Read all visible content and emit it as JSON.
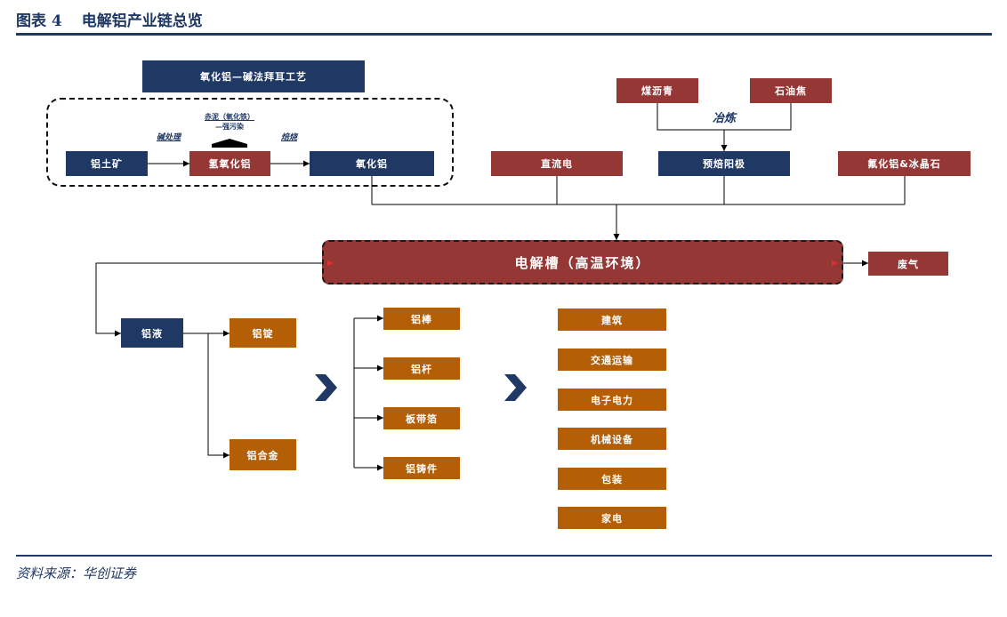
{
  "header": {
    "figure_label": "图表 4",
    "title": "电解铝产业链总览"
  },
  "source": "资料来源：华创证券",
  "colors": {
    "navy": "#1f3864",
    "red": "#953735",
    "orange": "#b45f06"
  },
  "alumina_process": {
    "title": "氧化铝—碱法拜耳工艺",
    "bauxite": "铝土矿",
    "hydroxide": "氢氧化铝",
    "alumina": "氧化铝",
    "step_alkali": "碱处理",
    "step_roast": "焙烧",
    "byproduct_line1": "赤泥（氧化铁）",
    "byproduct_line2": "—强污染"
  },
  "anode": {
    "coal_pitch": "煤沥青",
    "pet_coke": "石油焦",
    "step_smelt": "冶炼",
    "prebaked_anode": "预焙阳极"
  },
  "inputs": {
    "dc_power": "直流电",
    "fluoride": "氟化铝&冰晶石"
  },
  "cell": {
    "label": "电解槽（高温环境）",
    "exhaust": "废气"
  },
  "products": {
    "molten": "铝液",
    "ingot": "铝锭",
    "alloy": "铝合金"
  },
  "processed": [
    "铝棒",
    "铝杆",
    "板带箔",
    "铝铸件"
  ],
  "applications": [
    "建筑",
    "交通运输",
    "电子电力",
    "机械设备",
    "包装",
    "家电"
  ],
  "icons": {
    "chevron": "chevron-right-icon",
    "up_arrow": "arrow-up-icon"
  }
}
